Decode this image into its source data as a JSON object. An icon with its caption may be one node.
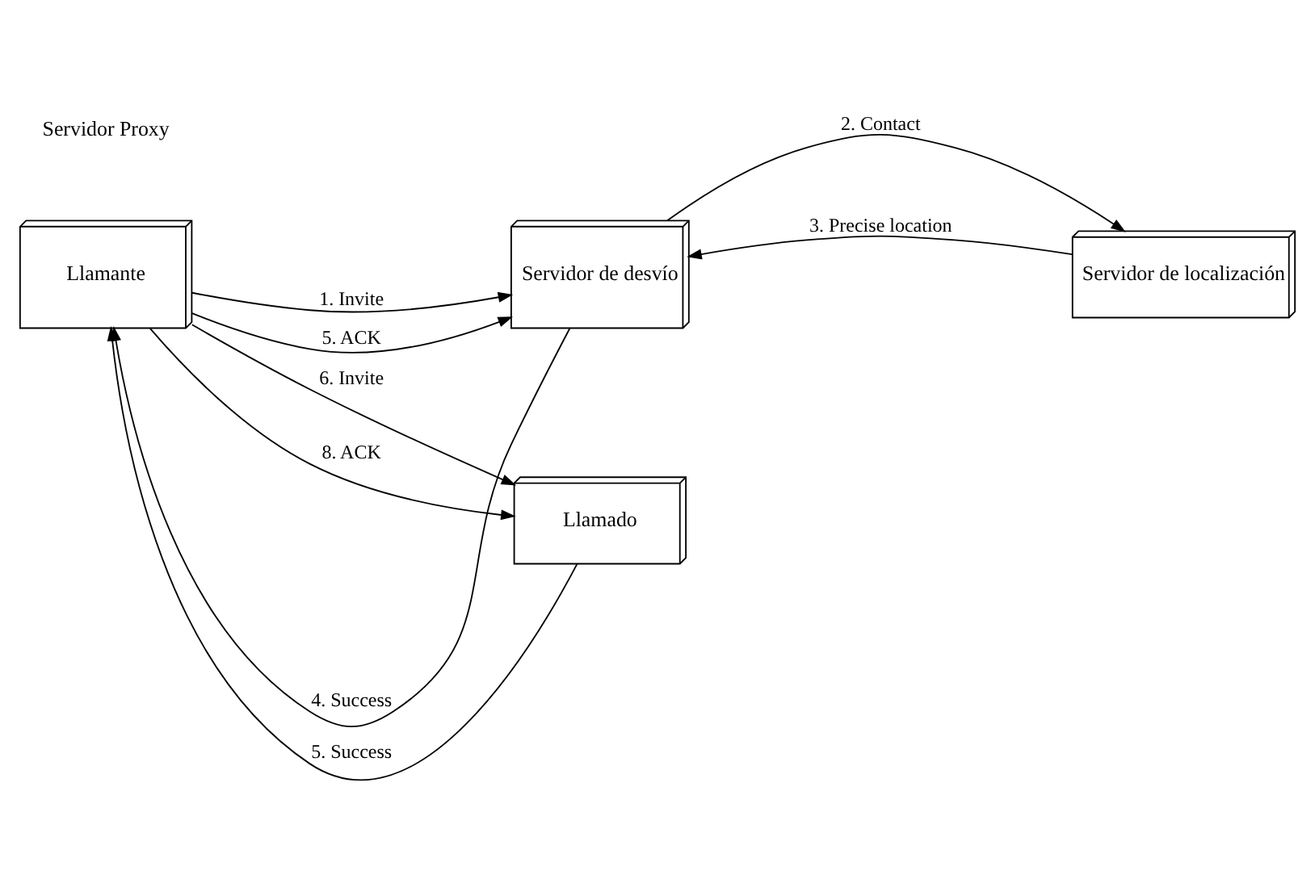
{
  "diagram": {
    "nodes": [
      {
        "text": [
          "Servidor de localización"
        ]
      },
      {
        "text": [
          "Llamante"
        ]
      },
      {
        "text": [
          "Servidor de desvío"
        ]
      },
      {
        "text": [
          "Llamado"
        ]
      }
    ],
    "edges": [
      {
        "from": 2,
        "to": 0,
        "arrow": "to",
        "label": "2. Contact"
      },
      {
        "from": 0,
        "to": 2,
        "arrow": "to",
        "label": "3. Precise location"
      },
      {
        "from": 1,
        "to": 2,
        "arrow": "to",
        "label": "1. Invite"
      },
      {
        "from": 2,
        "to": 1,
        "arrow": "to",
        "label": "4. Success"
      },
      {
        "from": 1,
        "to": 2,
        "arrow": "to",
        "label": "5. ACK"
      },
      {
        "from": 1,
        "to": 3,
        "arrow": "to",
        "label": "6. Invite"
      },
      {
        "from": 3,
        "to": 1,
        "arrow": "to",
        "label": "5. Success"
      },
      {
        "from": 1,
        "to": 3,
        "arrow": "to",
        "label": "8. ACK"
      }
    ],
    "labels": [
      "Servidor Proxy"
    ]
  }
}
